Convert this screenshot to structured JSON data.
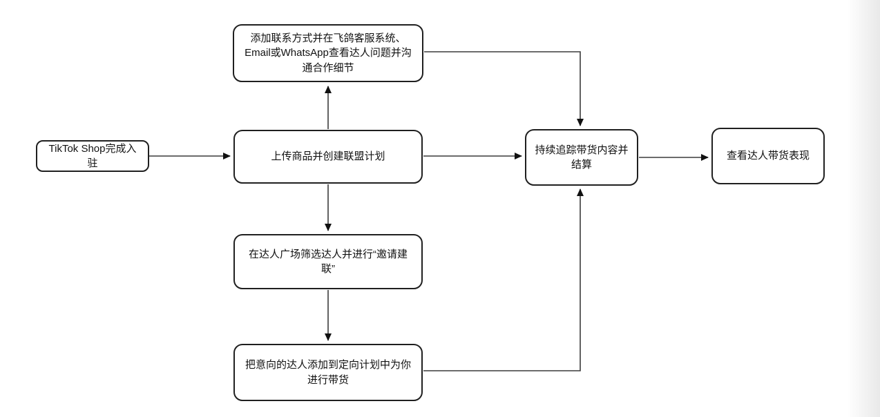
{
  "diagram": {
    "type": "flowchart",
    "background_color": "#ffffff",
    "colors": {
      "node_border": "#1f1f1f",
      "node_fill": "#ffffff",
      "connector": "#3a3a3a",
      "arrowhead": "#111111",
      "text": "#111111"
    },
    "nodes": {
      "onboard": {
        "id": "tiktok-shop-onboarding",
        "label": "TikTok Shop完成入驻"
      },
      "contact": {
        "id": "add-contact-methods",
        "label": "添加联系方式并在飞鸽客服系统、Email或WhatsApp查看达人问题并沟通合作细节"
      },
      "upload": {
        "id": "upload-products",
        "label": "上传商品并创建联盟计划"
      },
      "filter": {
        "id": "filter-creators",
        "label": "在达人广场筛选达人并进行“邀请建联”"
      },
      "target_plan": {
        "id": "add-to-targeted-plan",
        "label": "把意向的达人添加到定向计划中为你进行带货"
      },
      "track": {
        "id": "track-and-settle",
        "label": "持续追踪带货内容并结算"
      },
      "performance": {
        "id": "view-performance",
        "label": "查看达人带货表现"
      }
    },
    "edges": [
      {
        "from": "tiktok-shop-onboarding",
        "to": "upload-products",
        "direction": "right"
      },
      {
        "from": "upload-products",
        "to": "add-contact-methods",
        "direction": "up"
      },
      {
        "from": "upload-products",
        "to": "filter-creators",
        "direction": "down"
      },
      {
        "from": "filter-creators",
        "to": "add-to-targeted-plan",
        "direction": "down"
      },
      {
        "from": "upload-products",
        "to": "track-and-settle",
        "direction": "right"
      },
      {
        "from": "add-contact-methods",
        "to": "track-and-settle",
        "direction": "right-then-down"
      },
      {
        "from": "add-to-targeted-plan",
        "to": "track-and-settle",
        "direction": "right-then-up"
      },
      {
        "from": "track-and-settle",
        "to": "view-performance",
        "direction": "right"
      }
    ]
  }
}
